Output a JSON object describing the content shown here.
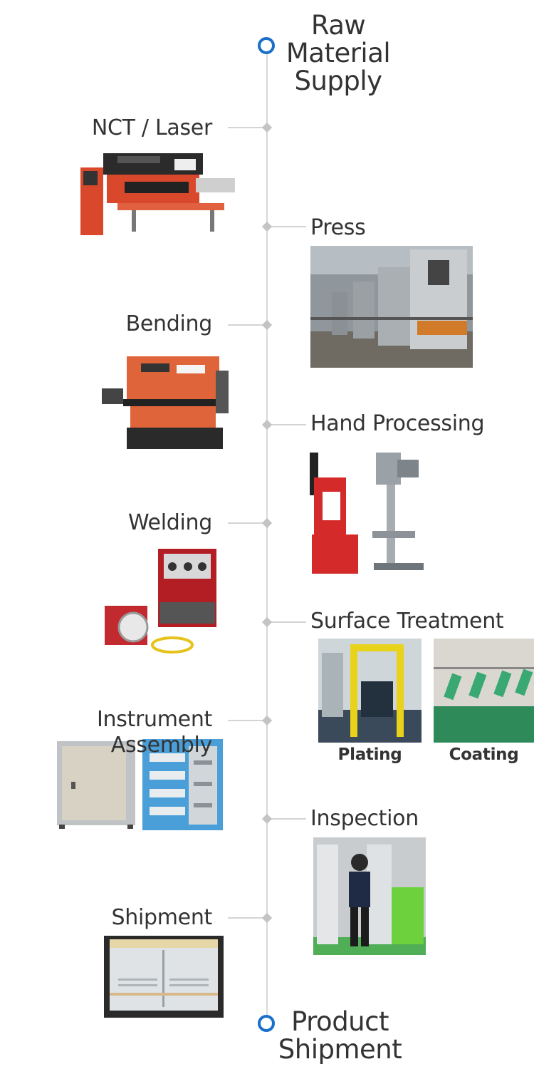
{
  "start": {
    "lines": [
      "Raw",
      "Material",
      "Supply"
    ]
  },
  "end": {
    "lines": [
      "Product",
      "Shipment"
    ]
  },
  "steps": [
    {
      "label": "NCT / Laser",
      "side": "left",
      "image": "nct-laser-machine-photo"
    },
    {
      "label": "Press",
      "side": "right",
      "image": "press-factory-photo"
    },
    {
      "label": "Bending",
      "side": "left",
      "image": "press-brake-machine-photo"
    },
    {
      "label": "Hand Processing",
      "side": "right",
      "image": "hand-processing-machines-photo"
    },
    {
      "label": "Welding",
      "side": "left",
      "image": "welding-machine-photo"
    },
    {
      "label": "Surface Treatment",
      "side": "right",
      "image": "surface-treatment-photos",
      "captions": [
        "Plating",
        "Coating"
      ]
    },
    {
      "label_lines": [
        "Instrument",
        "Assembly"
      ],
      "side": "left",
      "image": "enclosure-assembly-photos"
    },
    {
      "label": "Inspection",
      "side": "right",
      "image": "inspection-worker-photo"
    },
    {
      "label": "Shipment",
      "side": "left",
      "image": "packed-enclosure-photo"
    }
  ],
  "colors": {
    "accent": "#1a6fc9",
    "line": "#d8d8d8",
    "marker": "#c4c4c4",
    "text": "#333333"
  }
}
